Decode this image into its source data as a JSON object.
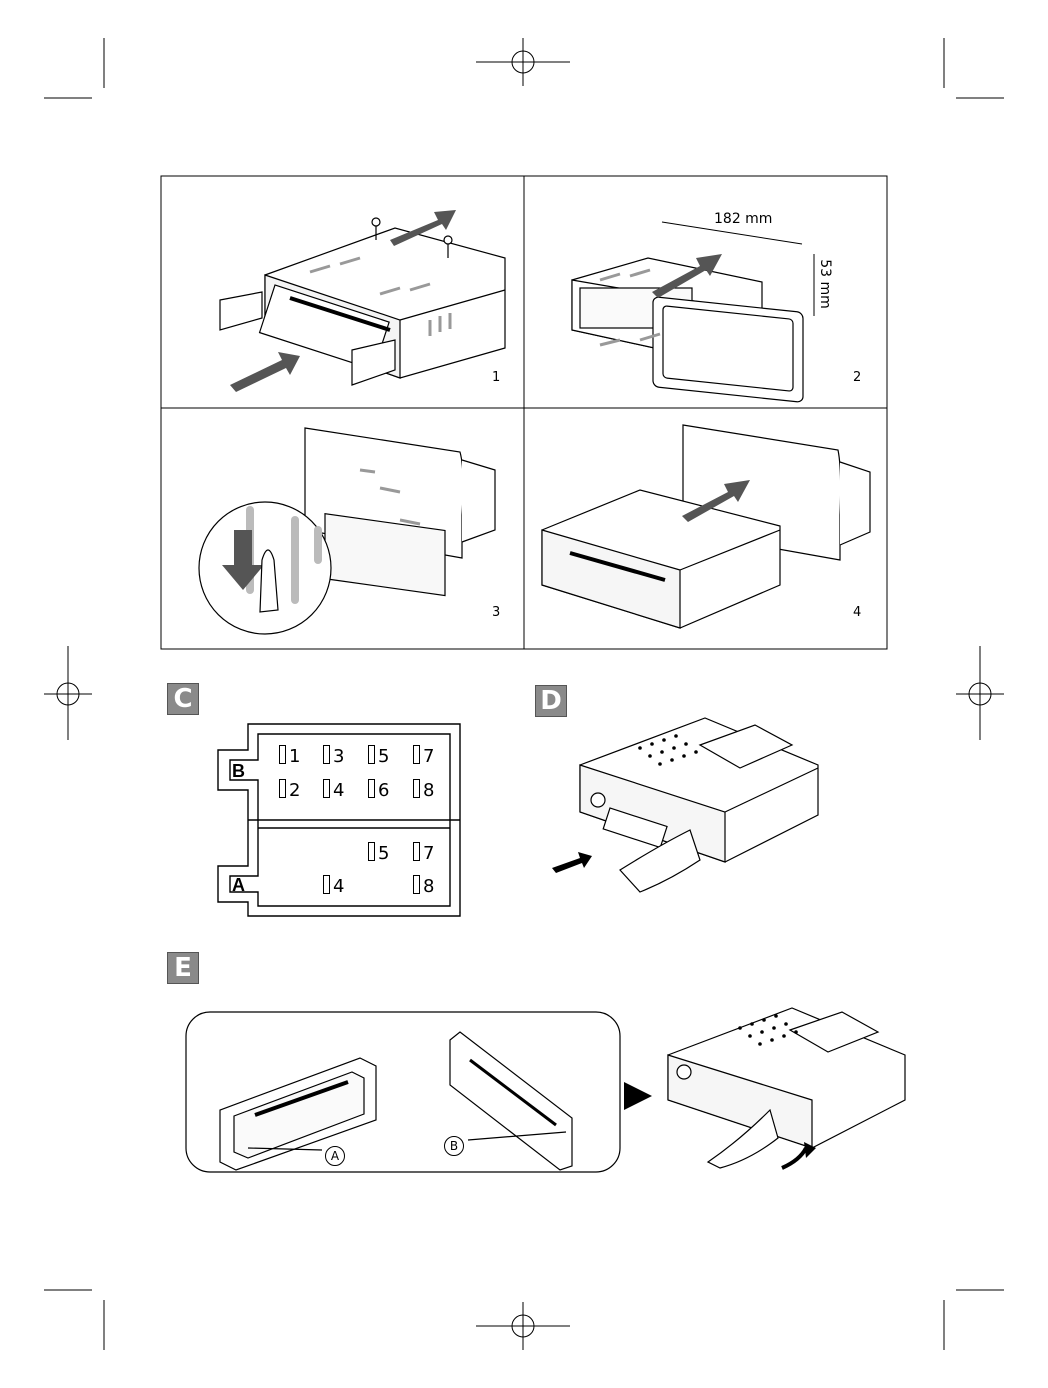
{
  "figure": {
    "panels": [
      {
        "number": "1"
      },
      {
        "number": "2"
      },
      {
        "number": "3"
      },
      {
        "number": "4"
      }
    ],
    "dimensions": {
      "width": "182 mm",
      "height": "53 mm"
    },
    "sections": {
      "c": "C",
      "d": "D",
      "e": "E"
    },
    "connector": {
      "block_b_label": "B",
      "block_a_label": "A",
      "block_b_pins": [
        "1",
        "3",
        "5",
        "7",
        "2",
        "4",
        "6",
        "8"
      ],
      "block_a_pins": [
        "5",
        "7",
        "4",
        "8"
      ]
    },
    "callouts": {
      "a": "A",
      "b": "B"
    }
  }
}
